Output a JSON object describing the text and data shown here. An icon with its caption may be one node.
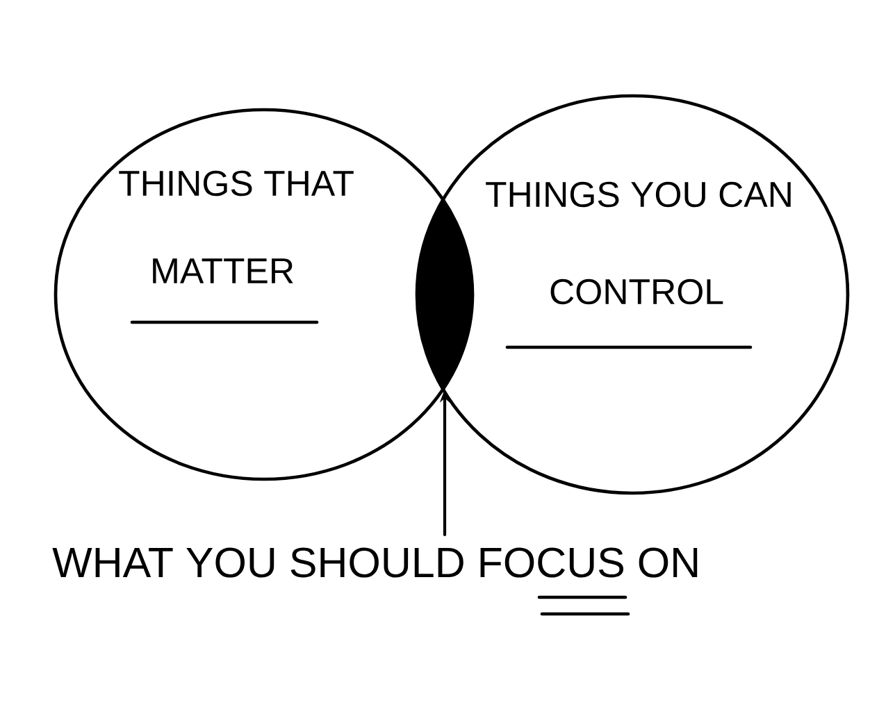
{
  "diagram": {
    "nodes": [
      {
        "text": [
          "THINGS THAT",
          "MATTER"
        ]
      },
      {
        "text": [
          "THINGS YOU CAN",
          "CONTROL"
        ]
      },
      {
        "text": [],
        "shape": "lens"
      },
      {
        "text": [
          "WHAT YOU SHOULD FOCUS ON"
        ]
      }
    ],
    "edges": [
      {
        "from": 3,
        "to": 2,
        "arrow": "to"
      }
    ]
  }
}
